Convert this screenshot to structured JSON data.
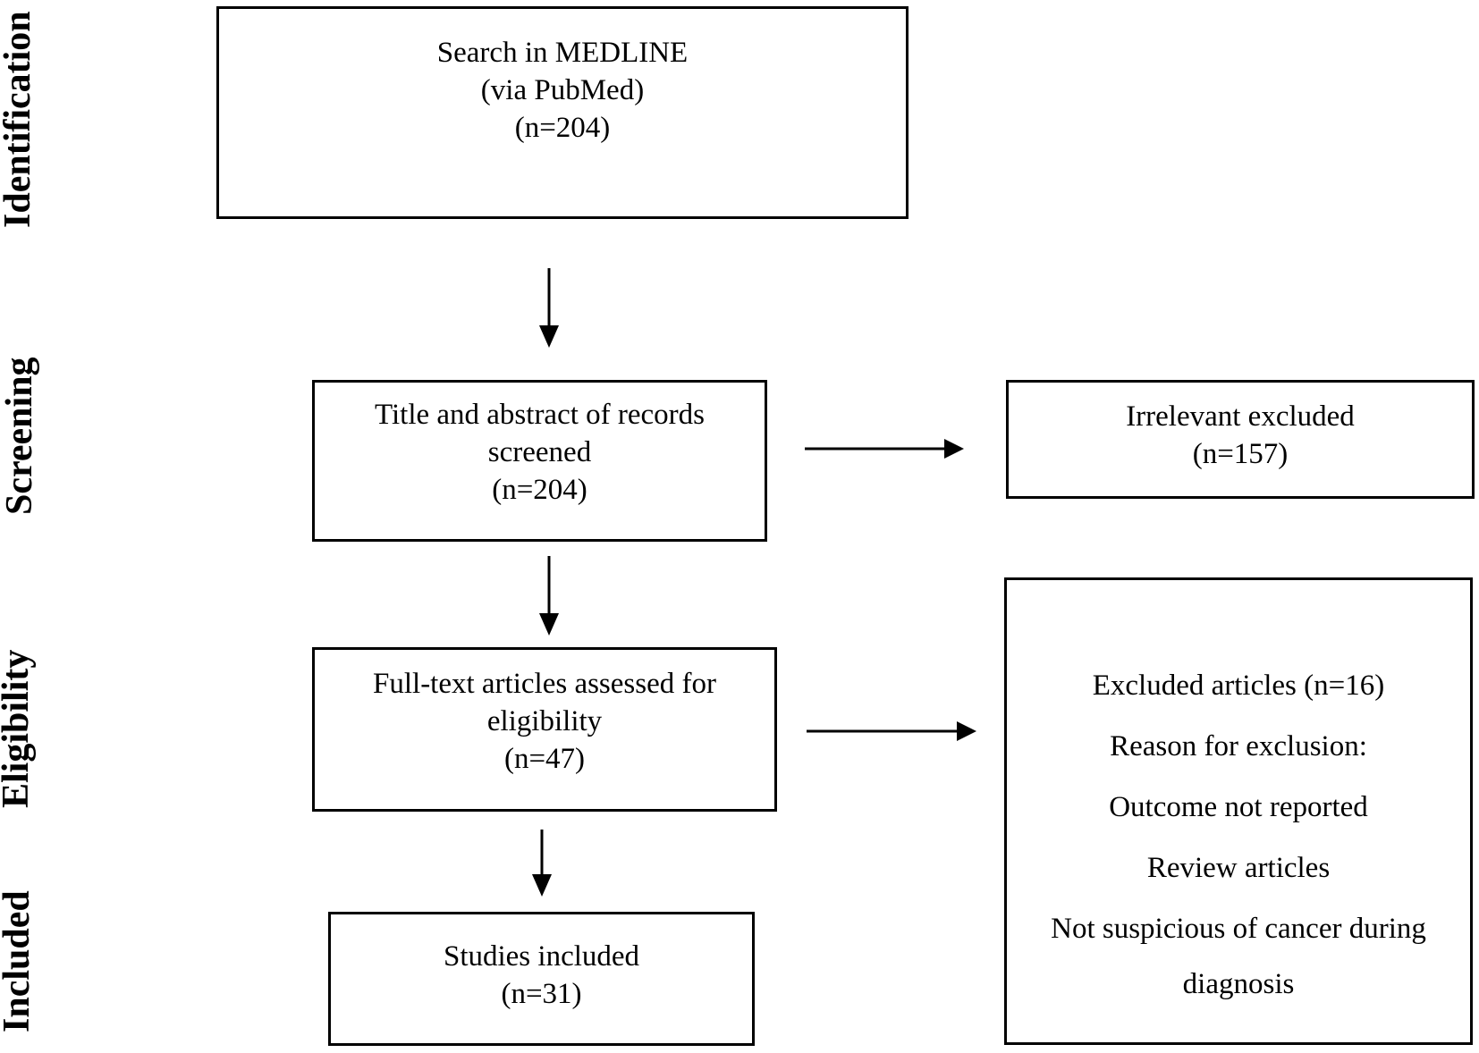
{
  "stages": {
    "identification": "Identification",
    "screening": "Screening",
    "eligibility": "Eligibility",
    "included": "Included"
  },
  "boxes": {
    "search": {
      "lines": [
        "Search in MEDLINE",
        "(via PubMed)",
        "(n=204)"
      ]
    },
    "screened": {
      "lines": [
        "Title and abstract of records",
        "screened",
        "(n=204)"
      ]
    },
    "irrelevant": {
      "lines": [
        "Irrelevant excluded",
        "(n=157)"
      ]
    },
    "fulltext": {
      "lines": [
        "Full-text articles assessed for",
        "eligibility",
        "(n=47)"
      ]
    },
    "excluded": {
      "lines": [
        "Excluded articles (n=16)",
        "Reason for exclusion:",
        "Outcome not reported",
        "Review articles",
        "Not suspicious of cancer during",
        "diagnosis"
      ]
    },
    "included": {
      "lines": [
        "Studies included",
        "(n=31)"
      ]
    }
  },
  "colors": {
    "stroke": "#000000",
    "background": "#ffffff"
  }
}
